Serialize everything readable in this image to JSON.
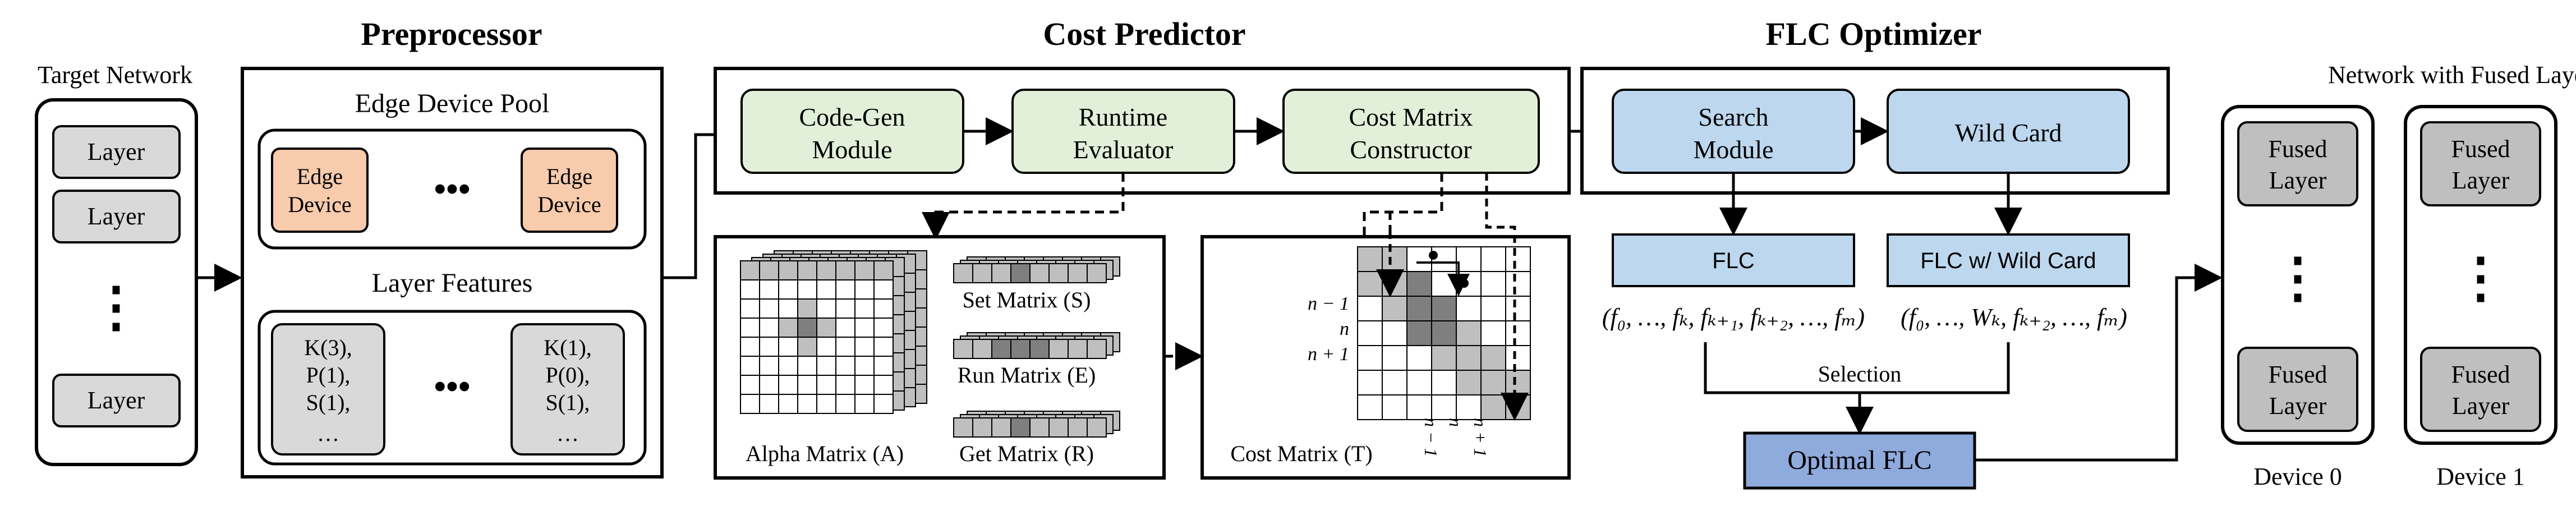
{
  "sections": {
    "target_network": "Target Network",
    "preprocessor": "Preprocessor",
    "cost_predictor": "Cost Predictor",
    "flc_optimizer": "FLC Optimizer",
    "fused_network": "Network with Fused Layers"
  },
  "target_network": {
    "layers": [
      "Layer",
      "Layer",
      "Layer"
    ],
    "ellipsis": "⋮"
  },
  "preprocessor": {
    "pool_title": "Edge Device Pool",
    "device_line1": "Edge",
    "device_line2": "Device",
    "pool_ellipsis": "•••",
    "features_title": "Layer Features",
    "feature_a": [
      "K(3),",
      "P(1),",
      "S(1),",
      "…"
    ],
    "feature_b": [
      "K(1),",
      "P(0),",
      "S(1),",
      "…"
    ],
    "features_ellipsis": "•••"
  },
  "cost_predictor": {
    "codegen": [
      "Code-Gen",
      "Module"
    ],
    "runtime": [
      "Runtime",
      "Evaluator"
    ],
    "constructor": [
      "Cost Matrix",
      "Constructor"
    ],
    "alpha": "Alpha Matrix (A)",
    "set": "Set Matrix (S)",
    "run": "Run Matrix (E)",
    "get": "Get Matrix (R)",
    "cost": "Cost Matrix (T)",
    "row_labels": [
      "n − 1",
      "n",
      "n + 1"
    ],
    "col_labels": [
      "n − 1",
      "n",
      "n + 1"
    ]
  },
  "flc_optimizer": {
    "search": [
      "Search",
      "Module"
    ],
    "wild": "Wild Card",
    "flc": "FLC",
    "flc_wild": "FLC w/ Wild Card",
    "seq_left": "(f₀, …, fₖ, fₖ₊₁, fₖ₊₂, …, fₘ)",
    "seq_right": "(f₀, …, Wₖ, fₖ₊₂, …, fₘ)",
    "selection": "Selection",
    "optimal": "Optimal FLC"
  },
  "fused_network": {
    "fused_line1": "Fused",
    "fused_line2": "Layer",
    "ellipsis": "⋮",
    "device0": "Device 0",
    "device1": "Device 1"
  },
  "colors": {
    "layer_gray": "#d9d9d9",
    "edge_device": "#f8cbad",
    "green_module": "#e2f0d9",
    "blue_module": "#bdd7ee",
    "optimal_flc": "#8faadc",
    "dark_cell": "#7f7f7f",
    "light_cell": "#bfbfbf"
  }
}
